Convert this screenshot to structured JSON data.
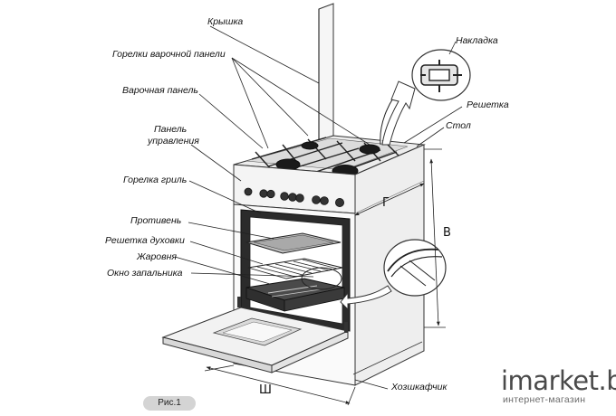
{
  "labels": {
    "lid": "Крышка",
    "hob_burners": "Горелки варочной панели",
    "hob": "Варочная панель",
    "control_panel_1": "Панель",
    "control_panel_2": "управления",
    "grill_burner": "Горелка гриль",
    "baking_tray": "Противень",
    "oven_rack": "Решетка духовки",
    "roasting_pan": "Жаровня",
    "ignition_window": "Окно запальника",
    "cap": "Накладка",
    "grate": "Решетка",
    "table": "Стол",
    "drawer": "Хозшкафчик"
  },
  "dimensions": {
    "height": "В",
    "depth": "Г",
    "width": "Ш"
  },
  "figure_caption": "Рис.1",
  "watermark": {
    "name": "imarket.by",
    "subtitle": "интернет-магазин"
  }
}
